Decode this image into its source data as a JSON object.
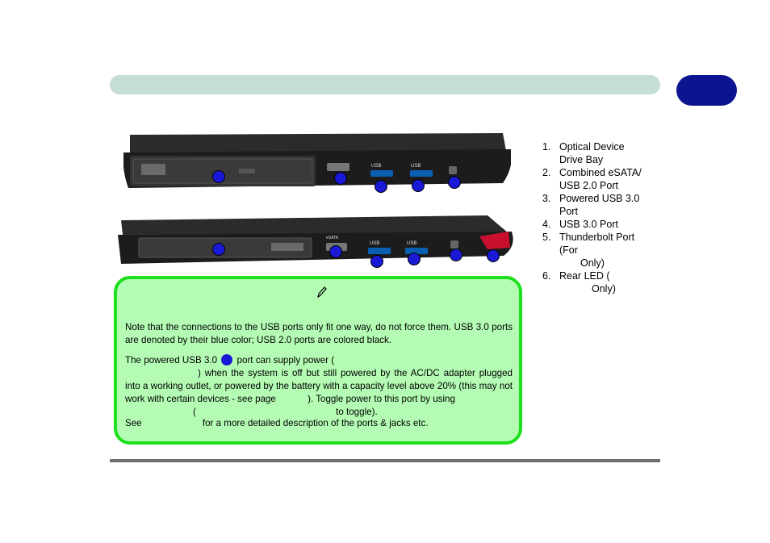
{
  "figure": {
    "top_view_port_labels": [
      "USB",
      "USB"
    ],
    "bottom_view_port_labels": [
      "eSATA",
      "USB",
      "USB"
    ],
    "callout_colors": {
      "callout": "#1a1ad6",
      "rear_led": "#c8102e"
    }
  },
  "port_list": [
    {
      "num": "1.",
      "line1": "Optical Device",
      "line2": "Drive Bay"
    },
    {
      "num": "2.",
      "line1": "Combined eSATA/",
      "line2": "USB 2.0 Port"
    },
    {
      "num": "3.",
      "line1": "Powered USB 3.0",
      "line2": "Port"
    },
    {
      "num": "4.",
      "line1": "USB 3.0 Port"
    },
    {
      "num": "5.",
      "line1": "Thunderbolt Port",
      "line2": "(For",
      "line3": "Only)"
    },
    {
      "num": "6.",
      "line1": "Rear LED (",
      "line2": "Only)"
    }
  ],
  "note": {
    "icon": "pencil-icon",
    "p1": "Note that the connections to the USB ports only fit one way, do not force them. USB 3.0 ports are denoted by their blue color; USB 2.0 ports are colored black.",
    "p2_a": "The powered USB 3.0",
    "p2_b": "port can supply power (",
    "p2_c": ") when the system is off but still powered by the AC/DC adapter plugged into a working outlet, or powered by the battery with a capacity level above 20% (this may not work with certain devices - see page",
    "p2_d": "). Toggle power to this port by using",
    "p2_e": "(",
    "p2_f": "to toggle).",
    "p3_a": "See",
    "p3_b": "for a more detailed description of the ports & jacks etc."
  },
  "colors": {
    "header_bar": "#c5dcd7",
    "chapter_tab": "#0c1490",
    "note_border": "#1be01b",
    "note_fill": "#b4fcb4"
  }
}
